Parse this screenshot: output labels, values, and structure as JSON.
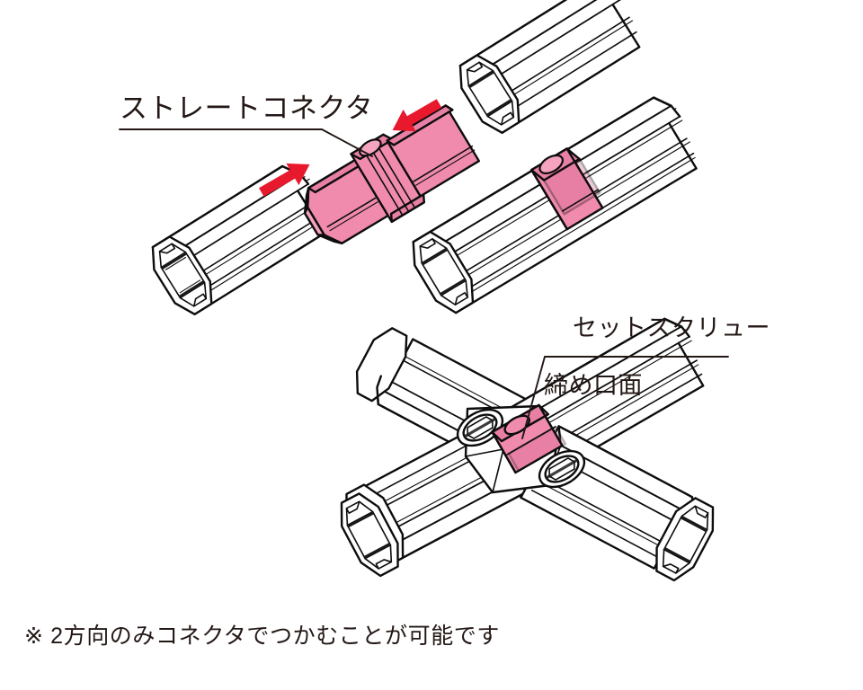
{
  "document": {
    "type": "technical-assembly-diagram",
    "subject": "Straight connector for octagonal aluminium pipe"
  },
  "colors": {
    "connector_pink": "#F08BAE",
    "connector_pink_shade": "#E87FA4",
    "connector_pink_dark": "#D96A92",
    "arrow_red": "#E8192C",
    "line_black": "#0D0D0D",
    "text": "#231815",
    "paper": "#FFFFFF"
  },
  "labels": {
    "straight_connector": "ストレートコネクタ",
    "setscrew_line1": "セットスクリュー",
    "setscrew_line2": "締め口面"
  },
  "note": {
    "text": "※ 2方向のみコネクタでつかむことが可能です"
  },
  "parts": [
    {
      "name": "pipe-lower-left",
      "kind": "octagonal-pipe",
      "color": "#FFFFFF"
    },
    {
      "name": "pipe-upper-right",
      "kind": "octagonal-pipe",
      "color": "#FFFFFF"
    },
    {
      "name": "straight-connector",
      "kind": "connector",
      "color": "#F08BAE"
    },
    {
      "name": "pipe-assembled-middle",
      "kind": "octagonal-pipe",
      "color": "#FFFFFF"
    },
    {
      "name": "connector-band-middle",
      "kind": "connector-band",
      "color": "#F08BAE"
    },
    {
      "name": "cross-joint-assembly",
      "kind": "cross-joint",
      "color": "#FFFFFF"
    },
    {
      "name": "connector-band-cross",
      "kind": "connector-band",
      "color": "#F08BAE"
    }
  ],
  "arrows": [
    {
      "name": "assembly-arrow-left",
      "direction": "up-right",
      "color": "#E8192C"
    },
    {
      "name": "assembly-arrow-right",
      "direction": "down-left",
      "color": "#E8192C"
    }
  ]
}
